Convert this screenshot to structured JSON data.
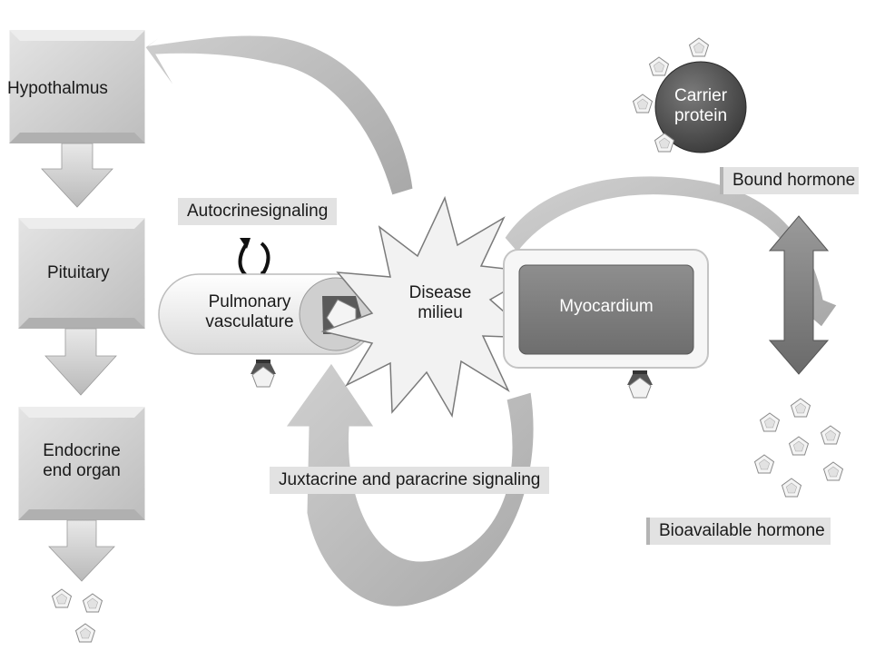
{
  "nodes": {
    "hypothalmus": "Hypothalmus",
    "pituitary": "Pituitary",
    "endocrine_line1": "Endocrine",
    "endocrine_line2": "end organ",
    "pulmonary_line1": "Pulmonary",
    "pulmonary_line2": "vasculature",
    "disease_line1": "Disease",
    "disease_line2": "milieu",
    "myocardium": "Myocardium",
    "carrier_line1": "Carrier",
    "carrier_line2": "protein"
  },
  "labels": {
    "autocrine": "Autocrinesignaling",
    "juxtacrine": "Juxtacrine and paracrine signaling",
    "bound": "Bound hormone",
    "bioavailable": "Bioavailable hormone"
  }
}
